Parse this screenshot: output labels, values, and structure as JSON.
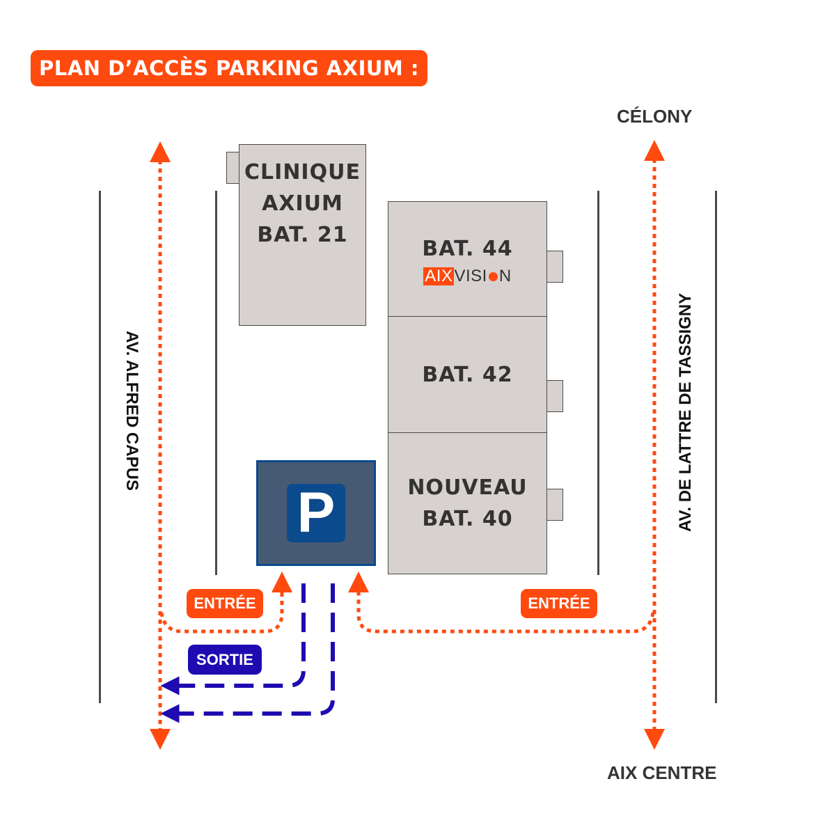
{
  "title": "PLAN D’ACCÈS PARKING AXIUM :",
  "places": {
    "north": "CÉLONY",
    "south": "AIX CENTRE"
  },
  "streets": {
    "left": "AV. ALFRED CAPUS",
    "right": "AV. DE LATTRE DE TASSIGNY"
  },
  "buildings": {
    "clinique": [
      "CLINIQUE",
      "AXIUM",
      "BAT. 21"
    ],
    "bat44": "BAT. 44",
    "bat42": "BAT. 42",
    "bat40": [
      "NOUVEAU",
      "BAT. 40"
    ],
    "logo": {
      "part1": "AIX",
      "part2": "VISI",
      "part3": "N"
    }
  },
  "parking": {
    "sign": "P"
  },
  "labels": {
    "entry_left": "ENTRÉE",
    "entry_right": "ENTRÉE",
    "exit": "SORTIE"
  },
  "colors": {
    "accent": "#fe4a0f",
    "exit": "#1e0bb1",
    "parking": "#475a74",
    "parking_sign": "#0b4a8c",
    "building": "#d7d1cf"
  }
}
